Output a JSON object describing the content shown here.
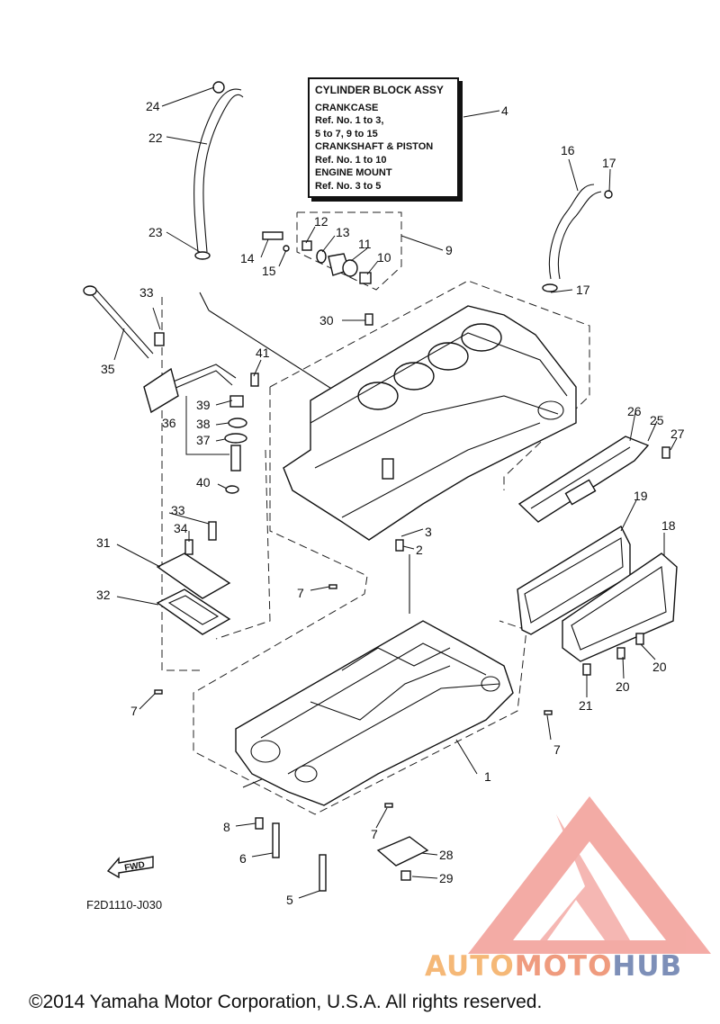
{
  "legend": {
    "title": "CYLINDER BLOCK ASSY",
    "lines": [
      "CRANKCASE",
      "Ref. No. 1 to 3,",
      "5 to 7, 9 to 15",
      "CRANKSHAFT & PISTON",
      "Ref. No. 1 to 10",
      "ENGINE MOUNT",
      "Ref. No. 3 to 5"
    ]
  },
  "callouts": {
    "n1": "1",
    "n2": "2",
    "n3": "3",
    "n4": "4",
    "n5": "5",
    "n6": "6",
    "n7a": "7",
    "n7b": "7",
    "n7c": "7",
    "n7d": "7",
    "n8": "8",
    "n9": "9",
    "n10": "10",
    "n11": "11",
    "n12": "12",
    "n13": "13",
    "n14": "14",
    "n15": "15",
    "n16": "16",
    "n17a": "17",
    "n17b": "17",
    "n18": "18",
    "n19": "19",
    "n20a": "20",
    "n20b": "20",
    "n21": "21",
    "n22": "22",
    "n23": "23",
    "n24": "24",
    "n25": "25",
    "n26": "26",
    "n27": "27",
    "n28": "28",
    "n29": "29",
    "n30": "30",
    "n31": "31",
    "n32": "32",
    "n33a": "33",
    "n33b": "33",
    "n34": "34",
    "n35": "35",
    "n36": "36",
    "n37": "37",
    "n38": "38",
    "n39": "39",
    "n40": "40",
    "n41": "41"
  },
  "fwd_label": "FWD",
  "diagram_code": "F2D1110-J030",
  "watermark": {
    "part1": "AUTO",
    "part2": "MOTO",
    "part3": "HUB"
  },
  "copyright": "©2014 Yamaha Motor Corporation, U.S.A. All rights reserved.",
  "colors": {
    "watermark_red": "#f08f88",
    "watermark_orange": "#f5b877",
    "watermark_blue": "#7d8fb8"
  }
}
